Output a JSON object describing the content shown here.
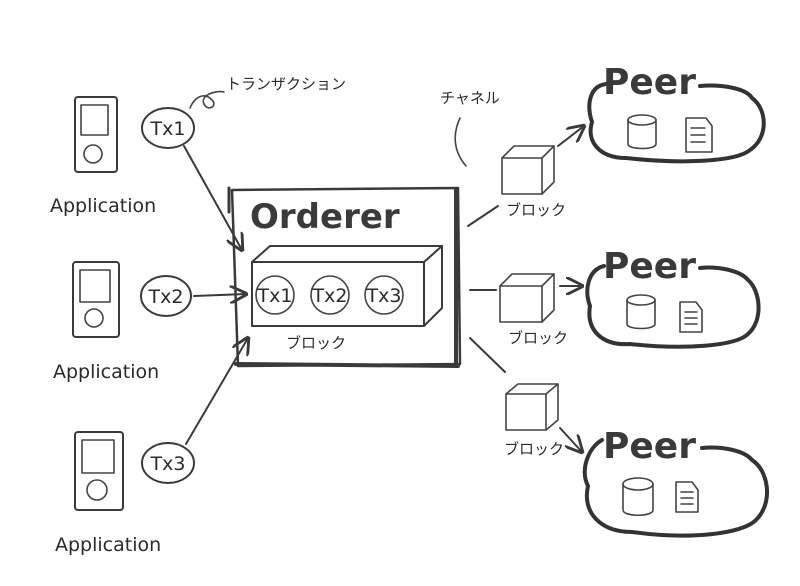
{
  "orderer": {
    "title": "Orderer",
    "block_label": "ブロック",
    "transactions": [
      "Tx1",
      "Tx2",
      "Tx3"
    ]
  },
  "applications": [
    {
      "label": "Application",
      "tx": "Tx1"
    },
    {
      "label": "Application",
      "tx": "Tx2"
    },
    {
      "label": "Application",
      "tx": "Tx3"
    }
  ],
  "annotations": {
    "transaction": "トランザクション",
    "channel": "チャネル"
  },
  "blocks": [
    {
      "label": "ブロック"
    },
    {
      "label": "ブロック"
    },
    {
      "label": "ブロック"
    }
  ],
  "peers": [
    {
      "title": "Peer"
    },
    {
      "title": "Peer"
    },
    {
      "title": "Peer"
    }
  ]
}
